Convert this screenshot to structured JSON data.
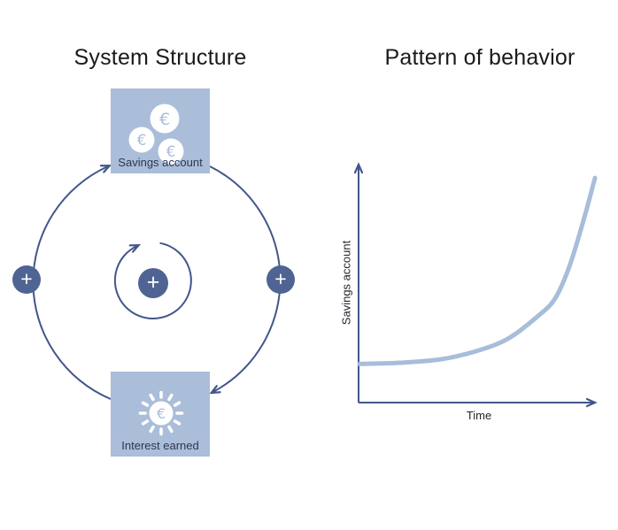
{
  "titles": {
    "left": "System Structure",
    "right": "Pattern of behavior"
  },
  "diagram": {
    "nodes": [
      {
        "label": "Savings account",
        "icon": "euro-coins-icon"
      },
      {
        "label": "Interest earned",
        "icon": "sun-euro-icon"
      }
    ],
    "polarities": {
      "left": "+",
      "right": "+",
      "center": "+"
    },
    "loop_direction": "clockwise",
    "loop_type": "reinforcing",
    "currency_symbol": "€"
  },
  "chart_data": {
    "type": "line",
    "title": "Pattern of behavior",
    "xlabel": "Time",
    "ylabel": "Savings account",
    "curve_shape": "exponential-growth",
    "axis_style": "arrows-no-ticks",
    "grid": false,
    "legend": false,
    "xlim": [
      0,
      1
    ],
    "ylim": [
      0,
      1
    ],
    "x": [
      0,
      0.17,
      0.35,
      0.52,
      0.64,
      0.76,
      0.83,
      0.89,
      0.95,
      1.0
    ],
    "series": [
      {
        "name": "Savings account",
        "values": [
          0.16,
          0.165,
          0.18,
          0.22,
          0.27,
          0.36,
          0.43,
          0.56,
          0.75,
          0.93
        ]
      }
    ]
  },
  "colors": {
    "accent_dark": "#42568a",
    "node_fill": "#4f6492",
    "light_blue": "#aabdd9",
    "curve": "#a7bdda",
    "title_text": "#1a1a1a",
    "label_text": "#2d3850",
    "axis_text": "#23262e",
    "white": "#ffffff"
  }
}
